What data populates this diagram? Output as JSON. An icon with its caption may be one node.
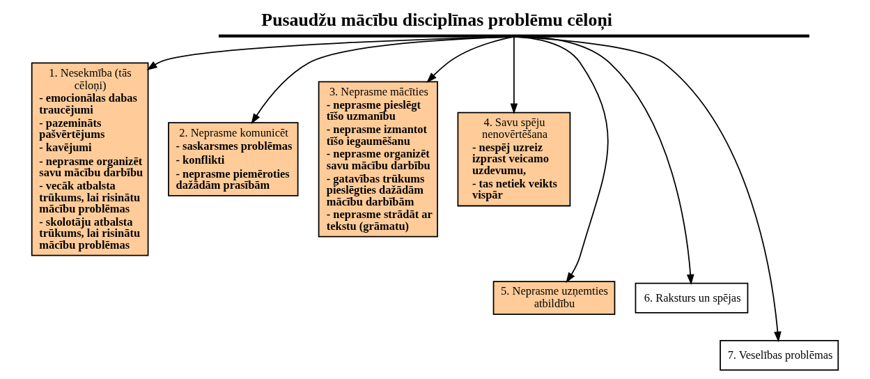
{
  "diagram": {
    "title": "Pusaudžu mācību disciplīnas problēmu cēloņi",
    "nodes": [
      {
        "text": [],
        "shape": "bar"
      },
      {
        "text": [
          "1. Nesekmība (tās cēloņi)",
          "- emocionālas dabas traucējumi",
          "- pazemināts pašvērtējums",
          "- kavējumi",
          "- neprasme organizēt savu mācību darbību",
          "- vecāk atbalsta trūkums, lai risinātu mācību problēmas",
          "- skolotāju atbalsta trūkums, lai risinātu mācību problēmas"
        ]
      },
      {
        "text": [
          "2. Neprasme komunicēt",
          "- saskarsmes problēmas",
          "- konflikti",
          "- neprasme piemēroties dažādām prasībām"
        ]
      },
      {
        "text": [
          "3. Neprasme mācīties",
          "- neprasme pieslēgt tīšo uzmanību",
          "- neprasme izmantot tīšo iegaumēšanu",
          "- neprasme organizēt savu mācību darbību",
          "- gatavības trūkums pieslēgties dažādām mācību darbībām",
          "- neprasme strādāt ar tekstu (grāmatu)"
        ]
      },
      {
        "text": [
          "4. Savu spēju nenovērtēšana",
          "- nespēj uzreiz izprast veicamo uzdevumu,",
          "- tas netiek veikts vispār"
        ]
      },
      {
        "text": [
          "5. Neprasme uzņemties atbildību"
        ]
      },
      {
        "text": [
          "6. Raksturs un spējas"
        ]
      },
      {
        "text": [
          "7. Veselības problēmas"
        ]
      }
    ],
    "edges": [
      {
        "from": 0,
        "to": 1,
        "arrow": "to"
      },
      {
        "from": 0,
        "to": 5,
        "arrow": "to"
      },
      {
        "from": 0,
        "to": 2,
        "arrow": "to"
      },
      {
        "from": 0,
        "to": 3,
        "arrow": "to"
      },
      {
        "from": 0,
        "to": 6,
        "arrow": "to"
      },
      {
        "from": 0,
        "to": 7,
        "arrow": "to"
      },
      {
        "from": 0,
        "to": 4,
        "arrow": "to"
      }
    ]
  }
}
